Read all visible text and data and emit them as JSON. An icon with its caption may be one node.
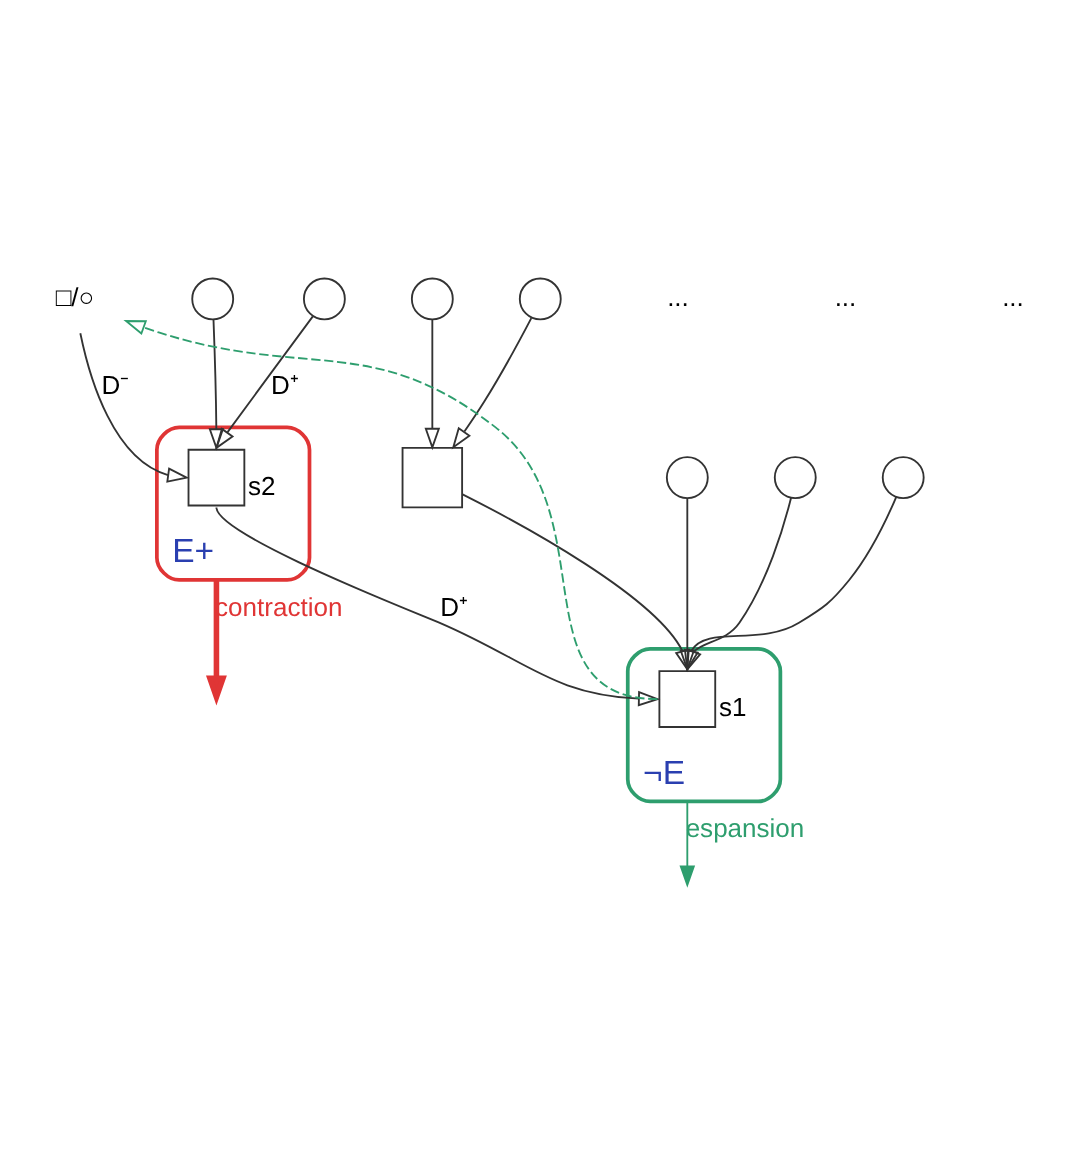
{
  "diagram": {
    "nodes": [
      {
        "text": [
          "□/○"
        ]
      },
      {
        "text": [
          "E+"
        ]
      },
      {
        "text": [],
        "shape": "box",
        "in": 1,
        "beside": [
          "s2"
        ]
      },
      {
        "text": [],
        "shape": "circle"
      },
      {
        "text": [],
        "shape": "circle"
      },
      {
        "text": [],
        "shape": "circle"
      },
      {
        "text": [],
        "shape": "box"
      },
      {
        "text": [],
        "shape": "circle"
      },
      {
        "text": [
          "¬E"
        ]
      },
      {
        "text": [],
        "shape": "box",
        "in": 8,
        "beside": [
          "s1"
        ]
      },
      {
        "text": [],
        "shape": "circle"
      },
      {
        "text": [],
        "shape": "circle"
      },
      {
        "text": [],
        "shape": "circle"
      }
    ],
    "edges": [
      {
        "from": 0,
        "to": 2,
        "arrow": "to",
        "label": "D⁻"
      },
      {
        "from": 3,
        "to": 2,
        "arrow": "to"
      },
      {
        "from": 4,
        "to": 2,
        "arrow": "to",
        "label": "D⁺"
      },
      {
        "from": 2,
        "to": 9,
        "arrow": "to",
        "label": "D⁺"
      },
      {
        "from": 5,
        "to": 6,
        "arrow": "to"
      },
      {
        "from": 7,
        "to": 6,
        "arrow": "to"
      },
      {
        "from": 6,
        "to": 9,
        "arrow": "to"
      },
      {
        "from": 10,
        "to": 9,
        "arrow": "to"
      },
      {
        "from": 11,
        "to": 9,
        "arrow": "to"
      },
      {
        "from": 12,
        "to": 9,
        "arrow": "to"
      },
      {
        "from": 9,
        "to": 0,
        "arrow": "to",
        "style": "dashed",
        "color": "#2e9e6e"
      },
      {
        "from": 1,
        "to": null,
        "arrow": "to",
        "label": "contraction",
        "style": "thick",
        "color": "#e03535"
      },
      {
        "from": 8,
        "to": null,
        "arrow": "to",
        "label": "espansion",
        "color": "#2e9e6e"
      }
    ],
    "labels": [
      "...",
      "...",
      "..."
    ]
  }
}
